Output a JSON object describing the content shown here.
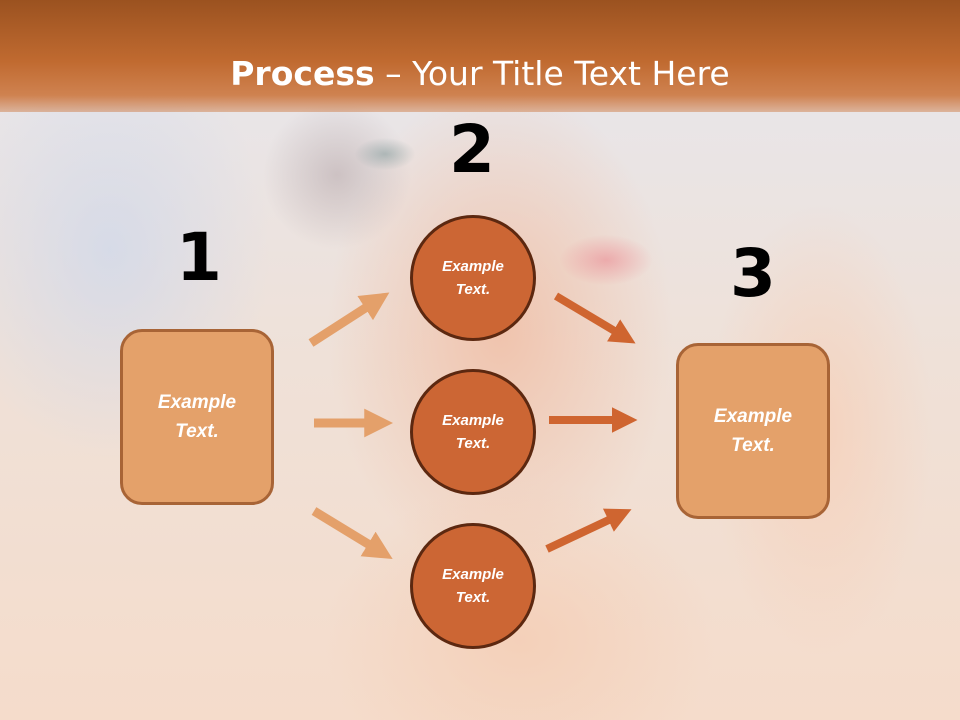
{
  "title": {
    "bold": "Process",
    "rest": " – Your Title Text Here"
  },
  "steps": [
    {
      "number": "1"
    },
    {
      "number": "2"
    },
    {
      "number": "3"
    }
  ],
  "nodes": {
    "left_box": "Example\nText.",
    "circle_top": "Example\nText.",
    "circle_middle": "Example\nText.",
    "circle_bottom": "Example\nText.",
    "right_box": "Example\nText."
  },
  "colors": {
    "title_bar": "#c06a30",
    "box_fill": "#e4a16a",
    "box_border": "#a86436",
    "circle_fill": "#cc6634",
    "circle_border": "#5c2810",
    "arrow_light": "#e4a06a",
    "arrow_dark": "#cf6530"
  }
}
